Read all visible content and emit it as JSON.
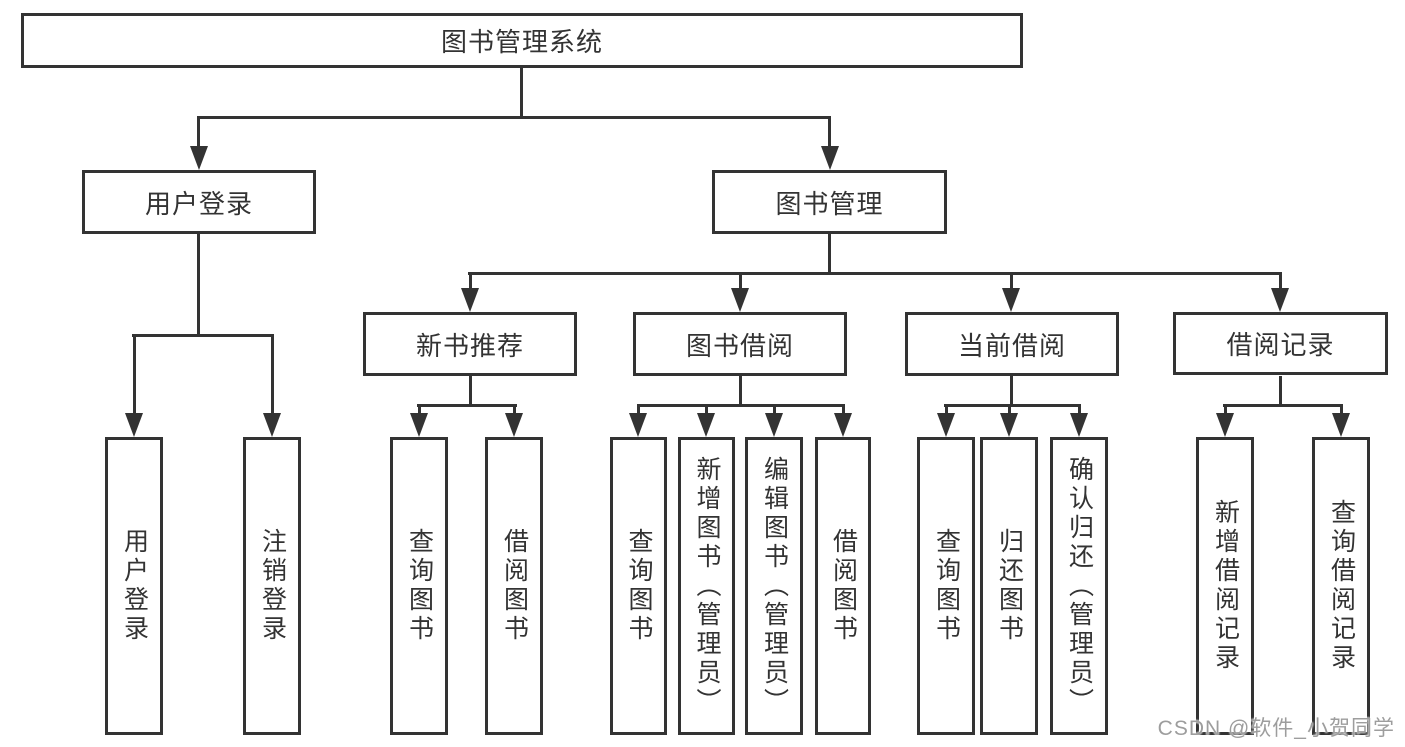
{
  "page": {
    "watermark": "CSDN @软件_小贺同学"
  },
  "colors": {
    "background": "#ffffff",
    "line": "#333333",
    "box_fill": "#ffffff",
    "text": "#333333",
    "watermark": "#9d9d9d"
  },
  "tree": {
    "label": "图书管理系统",
    "children": [
      {
        "label": "用户登录",
        "children": [
          {
            "label": "用户登录"
          },
          {
            "label": "注销登录"
          }
        ]
      },
      {
        "label": "图书管理",
        "children": [
          {
            "label": "新书推荐",
            "children": [
              {
                "label": "查询图书"
              },
              {
                "label": "借阅图书"
              }
            ]
          },
          {
            "label": "图书借阅",
            "children": [
              {
                "label": "查询图书"
              },
              {
                "label": "新增图书（管理员）"
              },
              {
                "label": "编辑图书（管理员）"
              },
              {
                "label": "借阅图书"
              }
            ]
          },
          {
            "label": "当前借阅",
            "children": [
              {
                "label": "查询图书"
              },
              {
                "label": "归还图书"
              },
              {
                "label": "确认归还（管理员）"
              }
            ]
          },
          {
            "label": "借阅记录",
            "children": [
              {
                "label": "新增借阅记录"
              },
              {
                "label": "查询借阅记录"
              }
            ]
          }
        ]
      }
    ]
  }
}
